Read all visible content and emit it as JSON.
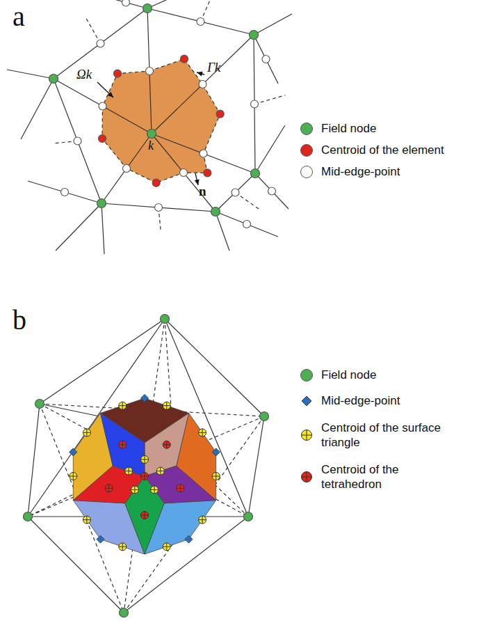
{
  "diagram": {
    "labels": [
      "a",
      "Ωk",
      "Γk",
      "k",
      "n",
      "b"
    ],
    "legend": [
      {
        "text": "Field node",
        "color": "#4caf50"
      },
      {
        "text": "Centroid of the element",
        "color": "#e0261b"
      },
      {
        "text": "Mid-edge-point",
        "color": "#ffffff"
      },
      {
        "text": "Field node",
        "color": "#4caf50"
      },
      {
        "text": "Mid-edge-point"
      },
      {
        "text": "Centroid of the surface triangle"
      },
      {
        "text": "Centroid of the tetrahedron"
      }
    ]
  }
}
